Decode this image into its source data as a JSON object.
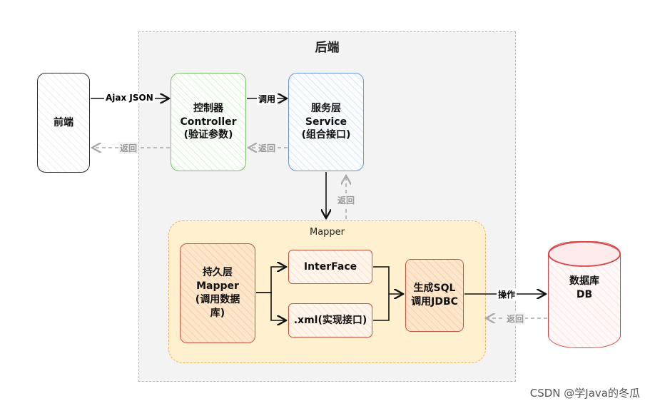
{
  "backend": {
    "title": "后端"
  },
  "frontend": {
    "label": "前端"
  },
  "controller": {
    "label": "控制器\nController\n(验证参数)"
  },
  "service": {
    "label": "服务层\nService\n(组合接口)"
  },
  "mapper_group": {
    "title": "Mapper"
  },
  "persistence": {
    "label": "持久层\nMapper\n(调用数据\n库)"
  },
  "interface_box": {
    "label": "InterFace"
  },
  "xml_box": {
    "label": ".xml(实现接口)"
  },
  "sql_box": {
    "label": "生成SQL\n调用JDBC"
  },
  "database": {
    "label": "数据库\nDB"
  },
  "edges": {
    "ajax_json": "Ajax JSON",
    "call": "调用",
    "return_label": "返回",
    "operate": "操作"
  },
  "watermark": "CSDN @学Java的冬瓜"
}
